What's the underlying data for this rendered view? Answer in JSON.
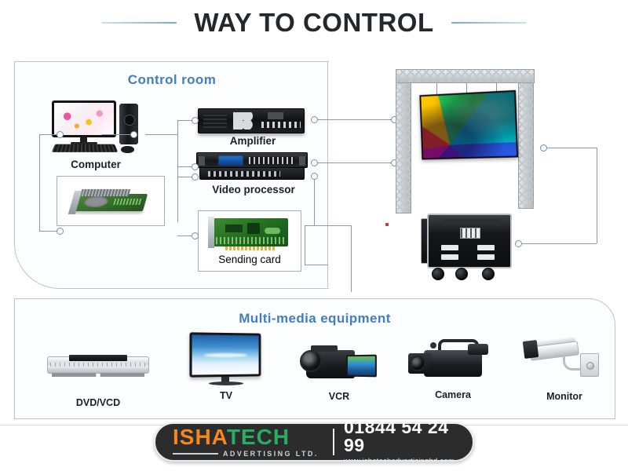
{
  "page": {
    "title": "WAY TO CONTROL",
    "background": "#ffffff"
  },
  "colors": {
    "heading_blue": "#3f7fc1",
    "panel_border": "#b9c4cb",
    "wire": "#8d9aa3",
    "node_border": "#7d909e",
    "title_text": "#23282d",
    "logo_orange": "#f5871f",
    "logo_green": "#27ae60",
    "logo_background": "#2c2c2c",
    "marker_red": "#c0392b"
  },
  "control_room": {
    "heading": "Control room",
    "items": [
      {
        "id": "computer",
        "label": "Computer",
        "icon": "desktop-computer-icon",
        "boxed": false
      },
      {
        "id": "graphics-card",
        "label": "",
        "icon": "graphics-card-icon",
        "boxed": true
      },
      {
        "id": "amplifier",
        "label": "Amplifier",
        "icon": "amplifier-icon",
        "boxed": false
      },
      {
        "id": "video-processor",
        "label": "Video processor",
        "icon": "video-processor-icon",
        "boxed": false
      },
      {
        "id": "sending-card",
        "label": "Sending card",
        "icon": "sending-card-icon",
        "boxed": true
      }
    ]
  },
  "display": {
    "led_screen": {
      "icon": "led-display-screen-icon",
      "label": ""
    },
    "truss": {
      "icon": "truss-structure-icon"
    },
    "road_case": {
      "icon": "road-case-icon",
      "label": ""
    }
  },
  "multimedia": {
    "heading": "Multi-media equipment",
    "items": [
      {
        "id": "dvd-vcd",
        "label": "DVD/VCD",
        "icon": "dvd-player-icon"
      },
      {
        "id": "tv",
        "label": "TV",
        "icon": "television-icon"
      },
      {
        "id": "vcr",
        "label": "VCR",
        "icon": "camcorder-icon"
      },
      {
        "id": "camera",
        "label": "Camera",
        "icon": "professional-camera-icon"
      },
      {
        "id": "monitor",
        "label": "Monitor",
        "icon": "cctv-camera-icon"
      }
    ]
  },
  "footer": {
    "brand_first": "ISHA",
    "brand_second": "TECH",
    "tagline": "ADVERTISING LTD.",
    "phone": "01844 54 24 99",
    "website": "www.ishatechadvertisingbd.com"
  }
}
